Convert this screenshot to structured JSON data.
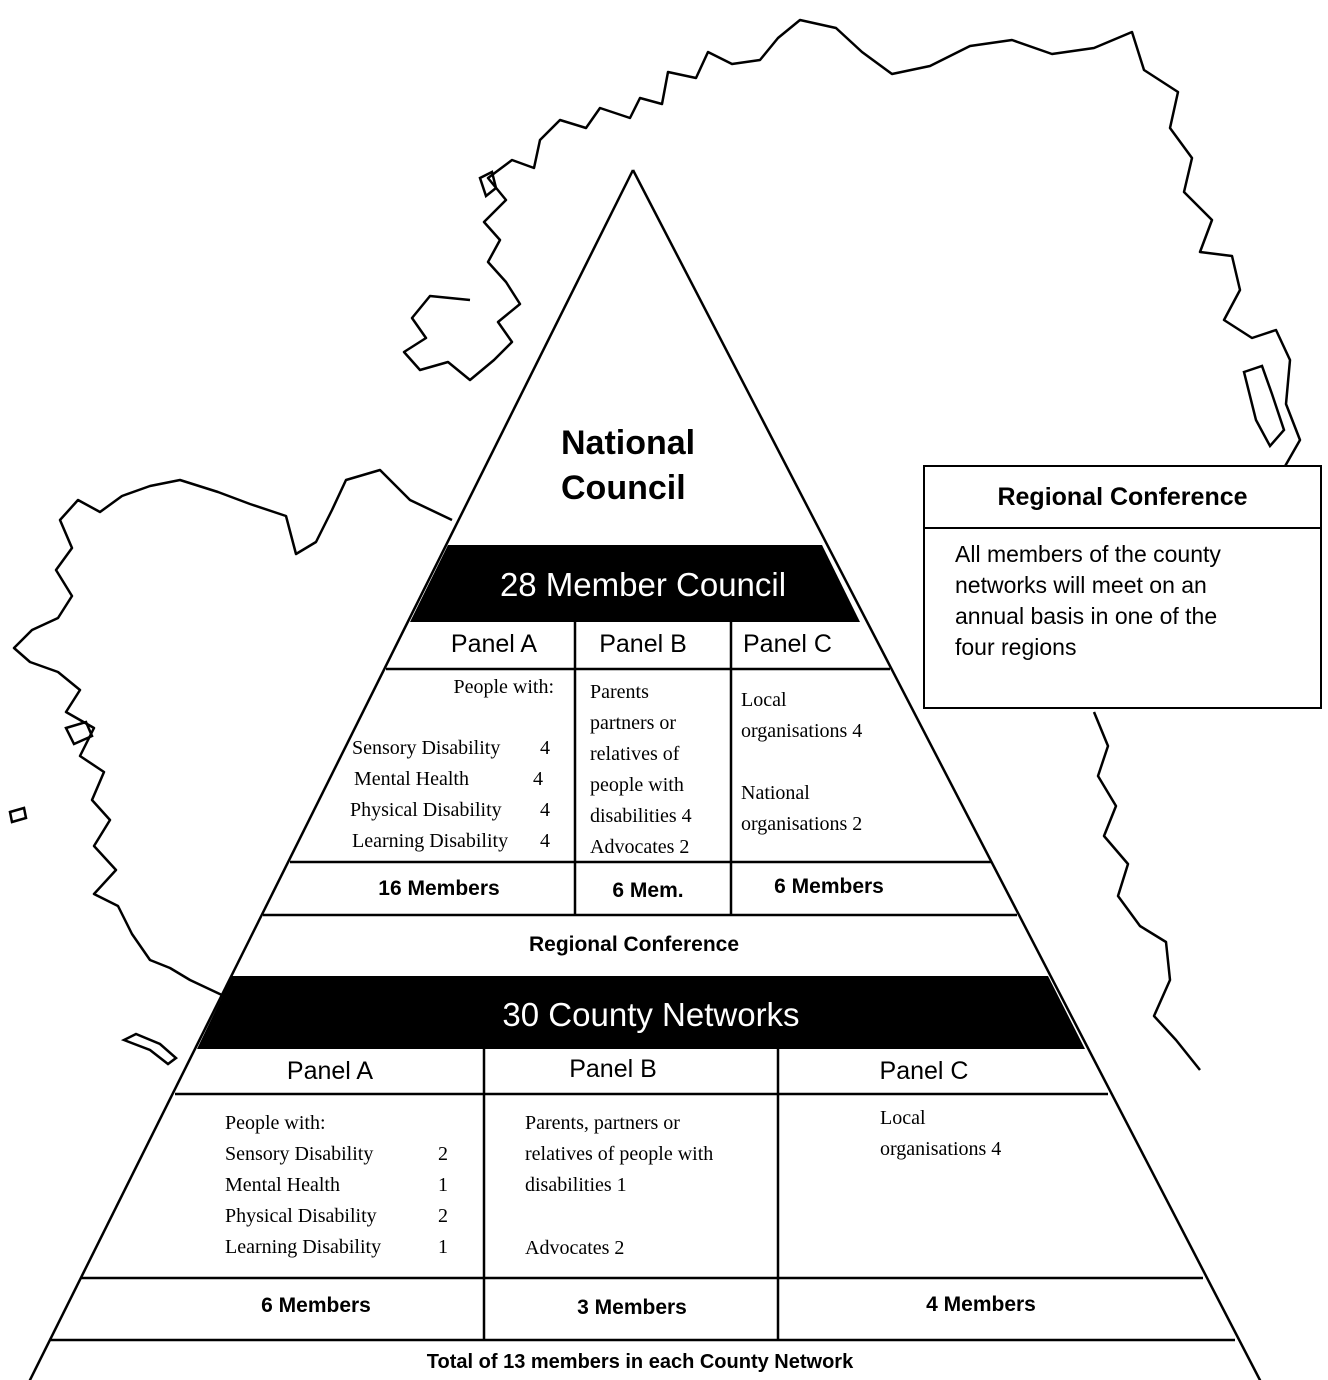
{
  "apex": {
    "line1": "National",
    "line2": "Council"
  },
  "council": {
    "band_title": "28 Member Council",
    "panels": [
      "Panel A",
      "Panel B",
      "Panel C"
    ],
    "panel_a": {
      "intro": "People with:",
      "items": [
        {
          "label": "Sensory Disability",
          "count": "4"
        },
        {
          "label": "Mental Health",
          "count": "4"
        },
        {
          "label": "Physical Disability",
          "count": "4"
        },
        {
          "label": "Learning Disability",
          "count": "4"
        }
      ]
    },
    "panel_b": [
      "Parents",
      "partners or",
      "relatives of",
      "people with",
      "disabilities 4",
      "Advocates 2"
    ],
    "panel_c": [
      "Local",
      "organisations 4",
      "National",
      "organisations 2"
    ],
    "totals": [
      "16 Members",
      "6 Mem.",
      "6 Members"
    ]
  },
  "middle_band": "Regional Conference",
  "county": {
    "band_title": "30 County Networks",
    "panels": [
      "Panel A",
      "Panel B",
      "Panel C"
    ],
    "panel_a": {
      "intro": "People with:",
      "items": [
        {
          "label": "Sensory Disability",
          "count": "2"
        },
        {
          "label": "Mental Health",
          "count": "1"
        },
        {
          "label": "Physical Disability",
          "count": "2"
        },
        {
          "label": "Learning Disability",
          "count": "1"
        }
      ]
    },
    "panel_b": [
      "Parents, partners or",
      "relatives of people with",
      "disabilities 1",
      "Advocates 2"
    ],
    "panel_c": [
      "Local",
      "organisations 4"
    ],
    "totals": [
      "6 Members",
      "3 Members",
      "4 Members"
    ],
    "footer": "Total of 13 members in each County Network"
  },
  "side_box": {
    "title": "Regional Conference",
    "lines": [
      "All members of the county",
      "networks will meet on an",
      "annual basis in one of the",
      "four regions"
    ]
  }
}
